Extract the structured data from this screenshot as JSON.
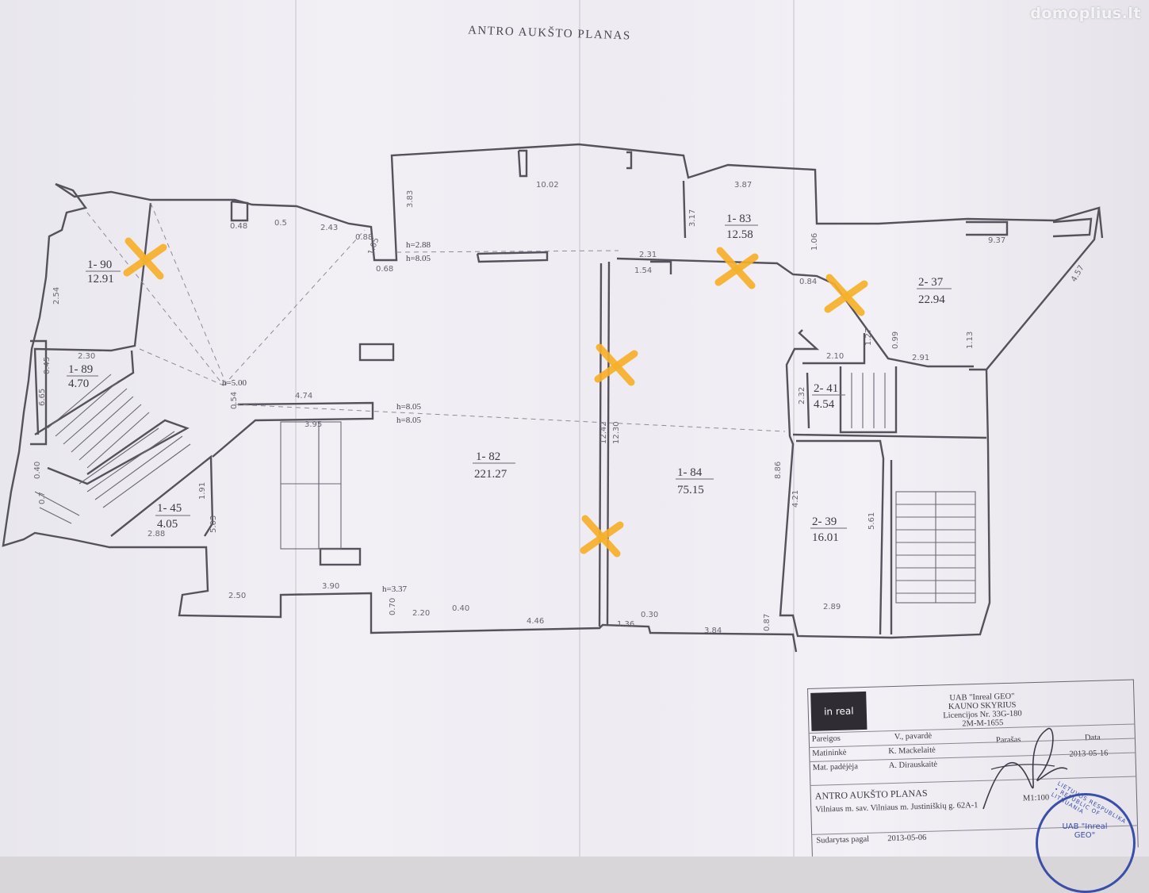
{
  "watermark": "domoplius.lt",
  "plan_title": "ANTRO AUKŠTO PLANAS",
  "rooms": [
    {
      "code": "1- 90",
      "area": "12.91"
    },
    {
      "code": "1- 89",
      "area": "4.70"
    },
    {
      "code": "1- 45",
      "area": "4.05"
    },
    {
      "code": "1- 82",
      "area": "221.27"
    },
    {
      "code": "1- 83",
      "area": "12.58"
    },
    {
      "code": "1- 84",
      "area": "75.15"
    },
    {
      "code": "2- 37",
      "area": "22.94"
    },
    {
      "code": "2- 41",
      "area": "4.54"
    },
    {
      "code": "2- 39",
      "area": "16.01"
    }
  ],
  "heights": [
    "h=2.88",
    "h=8.05",
    "h=5.00",
    "h=8.05",
    "h=8.05",
    "h=3.37"
  ],
  "dimensions": [
    "10.02",
    "3.87",
    "3.17",
    "9.37",
    "4.57",
    "2.31",
    "1.54",
    "0.84",
    "1.06",
    "0.68",
    "1.05",
    "0.88",
    "2.43",
    "0.5",
    "0.48",
    "2.54",
    "2.30",
    "0.45",
    "6.65",
    "0.40",
    "0.7",
    "2.88",
    "1.91",
    "5.03",
    "4.74",
    "3.95",
    "12.42",
    "12.30",
    "8.86",
    "2.10",
    "1.27",
    "0.99",
    "2.91",
    "1.13",
    "2.32",
    "4.21",
    "5.61",
    "2.89",
    "2.50",
    "3.90",
    "0.70",
    "2.20",
    "0.40",
    "4.46",
    "0.30",
    "1.36",
    "3.84",
    "0.87",
    "3.83",
    "0.54"
  ],
  "marker_color": "#f7b12b",
  "title_block": {
    "logo": "in real",
    "company_lines": [
      "UAB \"Inreal GEO\"",
      "KAUNO SKYRIUS",
      "Licencijos Nr. 33G-180",
      "2M-M-1655"
    ],
    "headers": {
      "position": "Pareigos",
      "name": "V., pavardė",
      "signature": "Parašas",
      "date": "Data"
    },
    "rows": [
      {
        "position": "Matininkė",
        "name": "K. Mackelaitė",
        "date": "2013-05-16"
      },
      {
        "position": "Mat. padėjėja",
        "name": "A. Dirauskaitė",
        "date": ""
      }
    ],
    "drawing_title": "ANTRO AUKŠTO PLANAS",
    "scale": "M1:100",
    "address": "Vilniaus m. sav. Vilniaus m. Justiniškių g. 62A-1",
    "prepared_label": "Sudarytas pagal",
    "prepared_date": "2013-05-06"
  },
  "stamp": {
    "center": "UAB \"Inreal GEO\"",
    "ring": "LIETUVOS RESPUBLIKA • REPUBLIC OF LITHUANIA"
  }
}
